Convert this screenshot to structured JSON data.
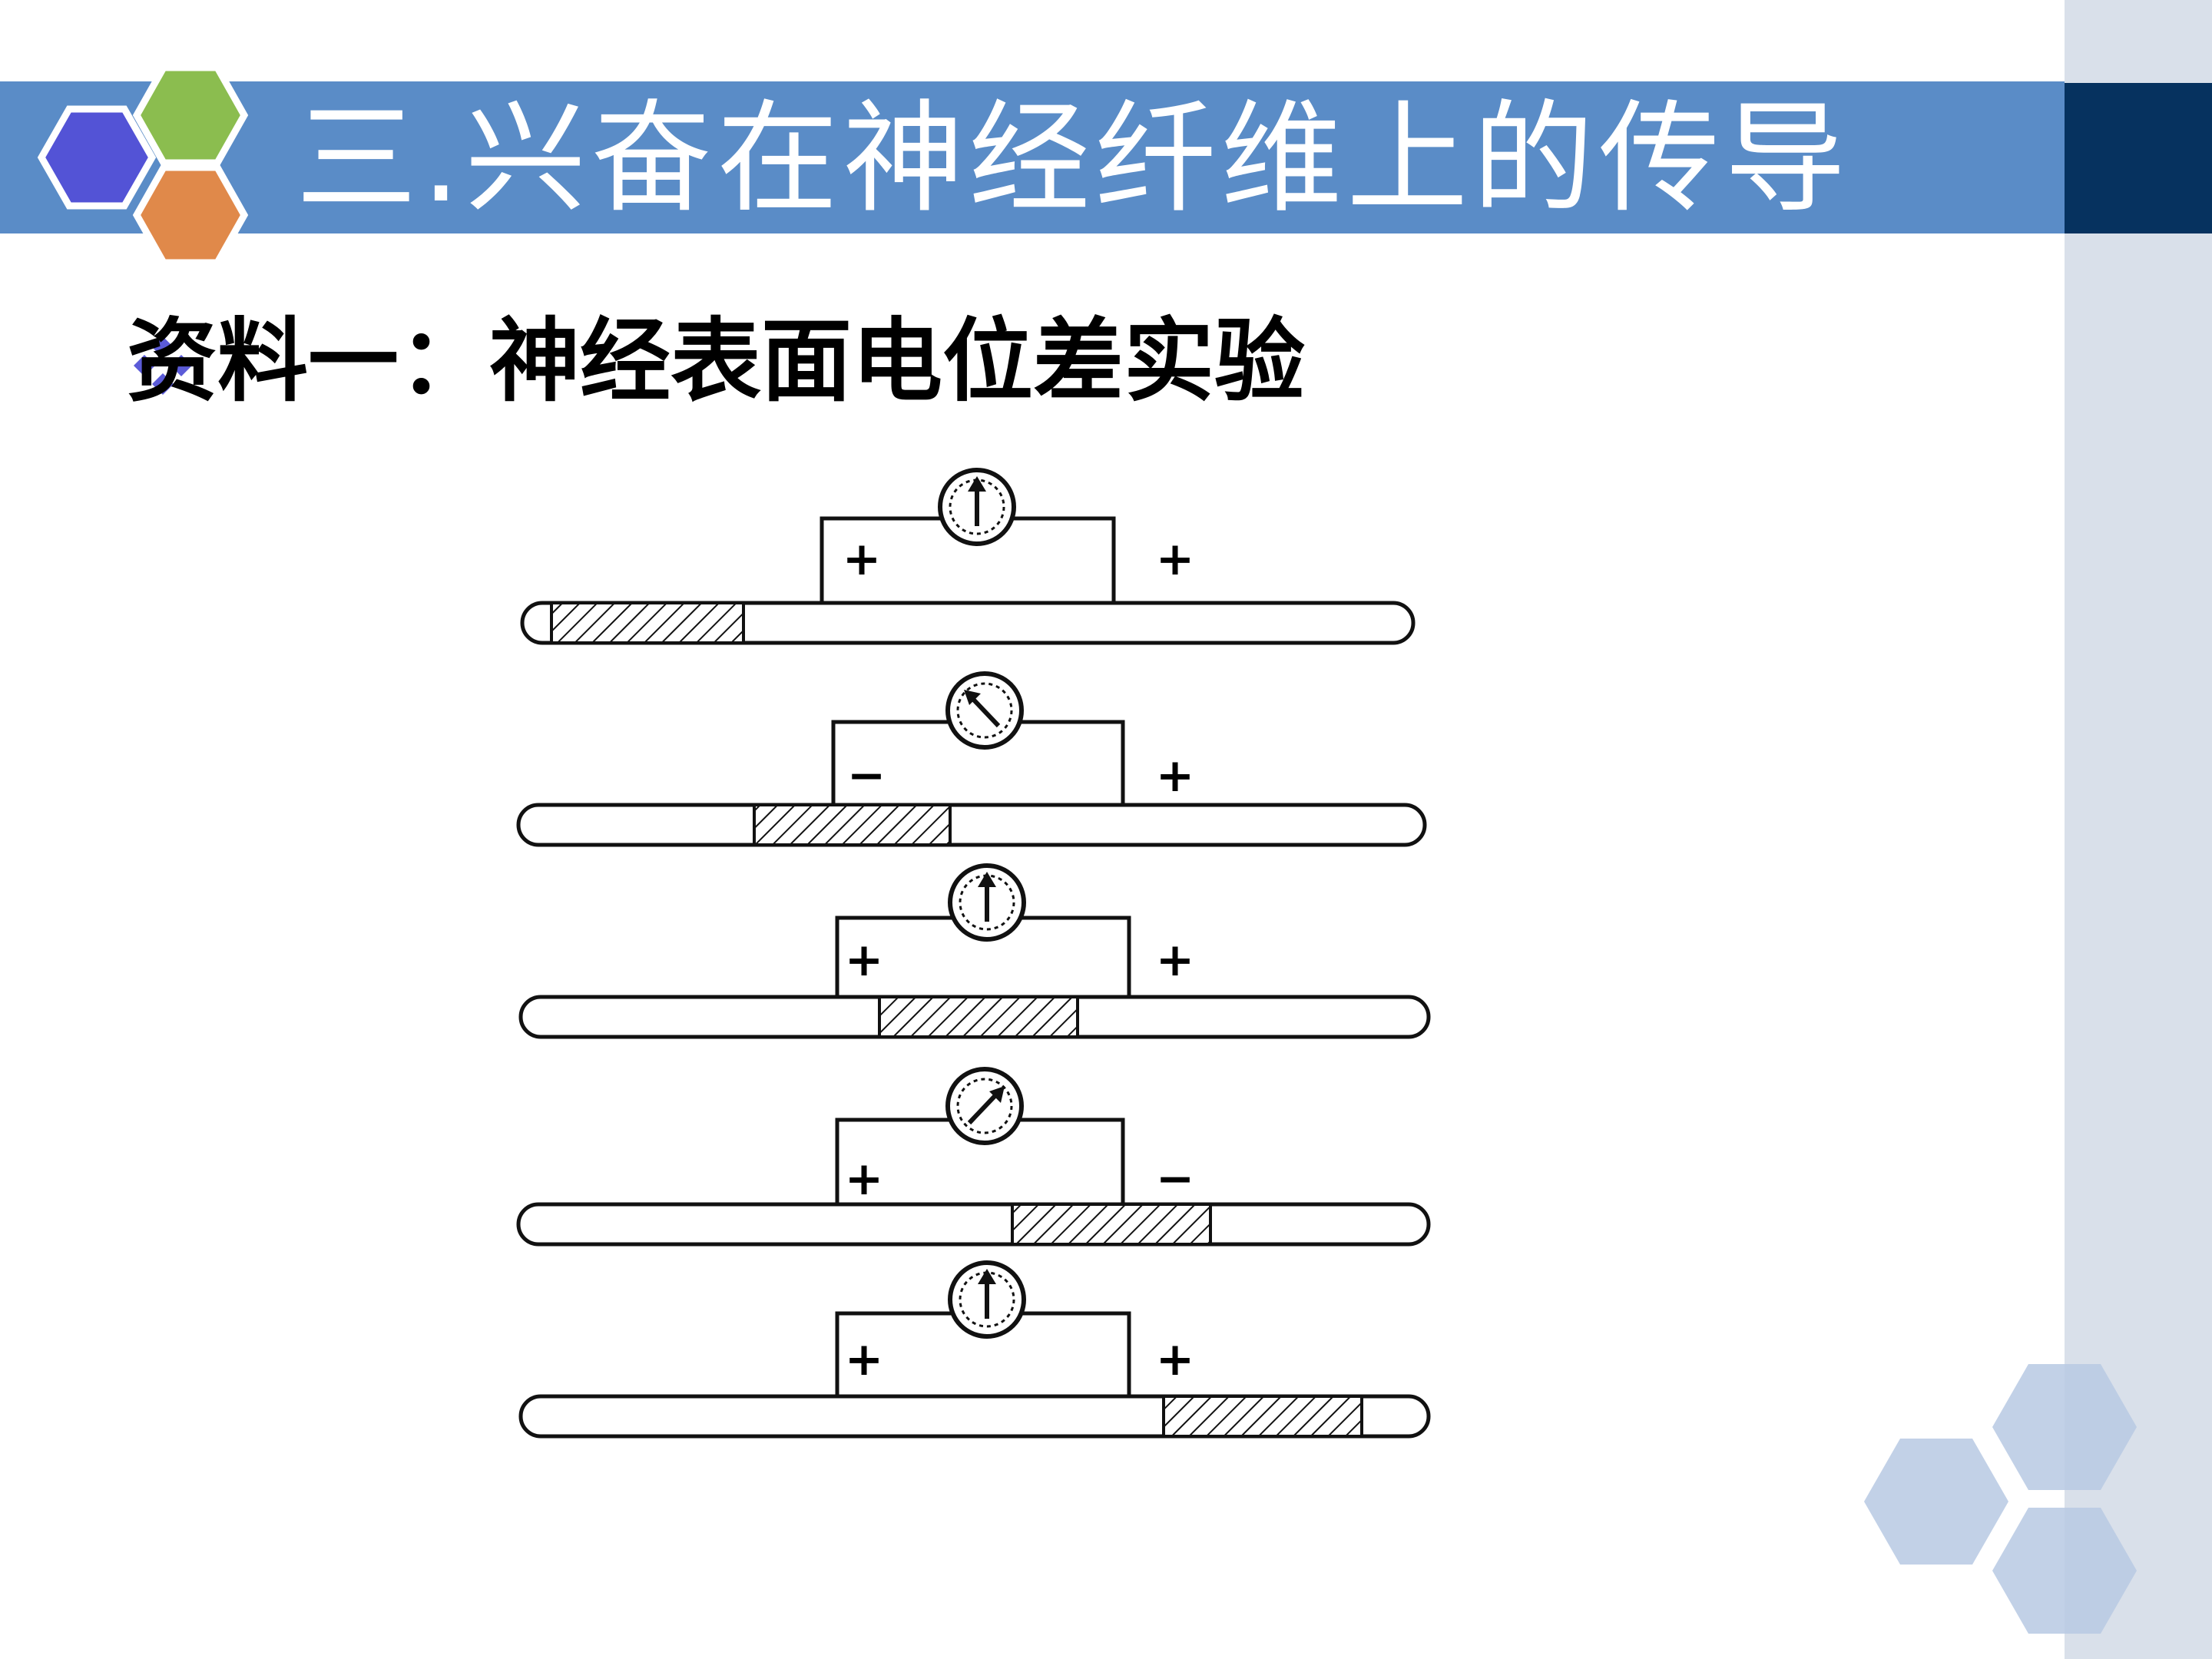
{
  "slide": {
    "title": "三.兴奋在神经纤维上的传导",
    "subtitle": "资料一：神经表面电位差实验"
  },
  "colors": {
    "title_bar": "#5a8cc7",
    "right_band": "#d9e0ea",
    "right_navy": "#06325f",
    "hex_blue": "#5353d6",
    "hex_green": "#8bbd4f",
    "hex_orange": "#e0894a",
    "hex_pale": "#b7c9e3",
    "bullet": "#5b5bd8"
  },
  "diagram": {
    "panels": [
      {
        "left_sign": "+",
        "right_sign": "+",
        "needle": "up"
      },
      {
        "left_sign": "−",
        "right_sign": "+",
        "needle": "left"
      },
      {
        "left_sign": "+",
        "right_sign": "+",
        "needle": "up"
      },
      {
        "left_sign": "+",
        "right_sign": "−",
        "needle": "right"
      },
      {
        "left_sign": "+",
        "right_sign": "+",
        "needle": "up"
      }
    ]
  }
}
